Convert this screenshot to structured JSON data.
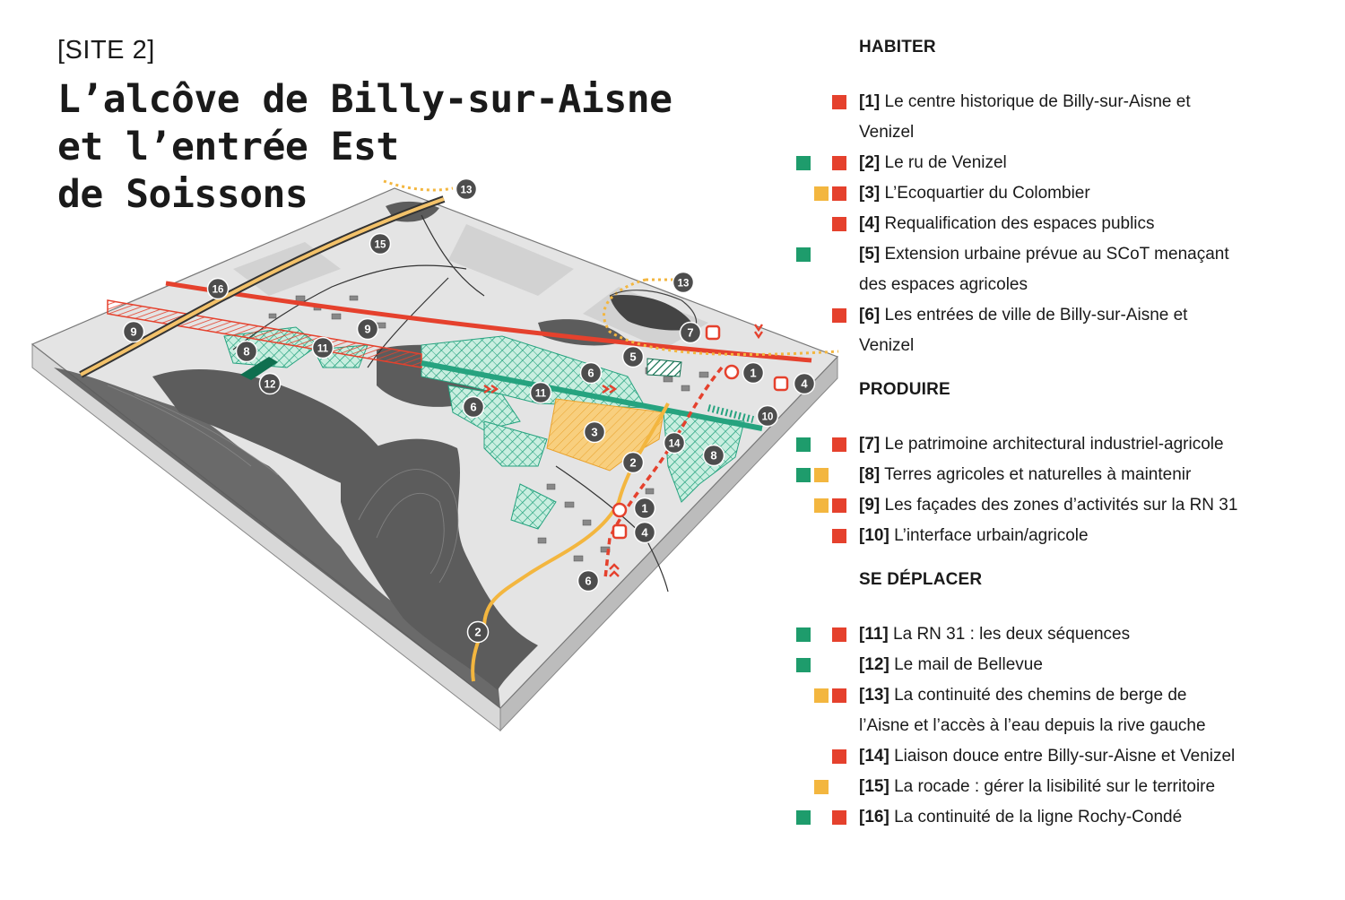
{
  "header": {
    "site_tag": "[SITE 2]",
    "title_lines": [
      "L’alcôve de Billy-sur-Aisne",
      "et l’entrée Est",
      "de Soissons"
    ]
  },
  "colors": {
    "green": "#1e9c6c",
    "yellow": "#f3b63f",
    "red": "#e5412d",
    "hatch_green": "#26a37f",
    "terrain_dark": "#555555"
  },
  "legend": {
    "sections": [
      {
        "title": "HABITER",
        "items": [
          {
            "num": "[1]",
            "lines": [
              "Le centre historique de Billy-sur-Aisne et",
              "Venizel"
            ],
            "markers": [
              "red"
            ]
          },
          {
            "num": "[2]",
            "lines": [
              "Le ru de Venizel"
            ],
            "markers": [
              "green",
              "red"
            ]
          },
          {
            "num": "[3]",
            "lines": [
              "L’Ecoquartier du Colombier"
            ],
            "markers": [
              "yellow",
              "red"
            ]
          },
          {
            "num": "[4]",
            "lines": [
              "Requalification des espaces publics"
            ],
            "markers": [
              "red"
            ]
          },
          {
            "num": "[5]",
            "lines": [
              "Extension urbaine prévue au SCoT menaçant",
              "des espaces agricoles"
            ],
            "markers": [
              "green"
            ]
          },
          {
            "num": "[6]",
            "lines": [
              "Les entrées de ville de Billy-sur-Aisne et",
              "Venizel"
            ],
            "markers": [
              "red"
            ]
          }
        ]
      },
      {
        "title": "PRODUIRE",
        "items": [
          {
            "num": "[7]",
            "lines": [
              "Le patrimoine architectural industriel-agricole"
            ],
            "markers": [
              "green",
              "red"
            ]
          },
          {
            "num": "[8]",
            "lines": [
              "Terres agricoles et naturelles à maintenir"
            ],
            "markers": [
              "green",
              "yellow"
            ]
          },
          {
            "num": "[9]",
            "lines": [
              "Les façades des zones d’activités sur la RN 31"
            ],
            "markers": [
              "yellow",
              "red"
            ]
          },
          {
            "num": "[10]",
            "lines": [
              "L’interface urbain/agricole"
            ],
            "markers": [
              "red"
            ]
          }
        ]
      },
      {
        "title": "SE DÉPLACER",
        "items": [
          {
            "num": "[11]",
            "lines": [
              "La RN 31 : les deux séquences"
            ],
            "markers": [
              "green",
              "red"
            ]
          },
          {
            "num": "[12]",
            "lines": [
              "Le mail de Bellevue"
            ],
            "markers": [
              "green"
            ]
          },
          {
            "num": "[13]",
            "lines": [
              "La continuité des chemins de berge de",
              "l’Aisne et l’accès à l’eau depuis la rive gauche"
            ],
            "markers": [
              "yellow",
              "red"
            ]
          },
          {
            "num": "[14]",
            "lines": [
              "Liaison douce entre Billy-sur-Aisne et Venizel"
            ],
            "markers": [
              "red"
            ]
          },
          {
            "num": "[15]",
            "lines": [
              "La rocade : gérer la lisibilité sur le territoire"
            ],
            "markers": [
              "yellow"
            ]
          },
          {
            "num": "[16]",
            "lines": [
              "La continuité de la ligne Rochy-Condé"
            ],
            "markers": [
              "green",
              "red"
            ]
          }
        ]
      }
    ]
  },
  "map_labels": [
    {
      "id": "label-13-north",
      "text": "13"
    },
    {
      "id": "label-15",
      "text": "15"
    },
    {
      "id": "label-16",
      "text": "16"
    },
    {
      "id": "label-9-west",
      "text": "9"
    },
    {
      "id": "label-9-center",
      "text": "9"
    },
    {
      "id": "label-11-west",
      "text": "11"
    },
    {
      "id": "label-8-west",
      "text": "8"
    },
    {
      "id": "label-12",
      "text": "12"
    },
    {
      "id": "label-13-east",
      "text": "13"
    },
    {
      "id": "label-7",
      "text": "7"
    },
    {
      "id": "label-5",
      "text": "5"
    },
    {
      "id": "label-6-north",
      "text": "6"
    },
    {
      "id": "label-1-north",
      "text": "1"
    },
    {
      "id": "label-4-north",
      "text": "4"
    },
    {
      "id": "label-11-east",
      "text": "11"
    },
    {
      "id": "label-6-west",
      "text": "6"
    },
    {
      "id": "label-10",
      "text": "10"
    },
    {
      "id": "label-3",
      "text": "3"
    },
    {
      "id": "label-14",
      "text": "14"
    },
    {
      "id": "label-8-east",
      "text": "8"
    },
    {
      "id": "label-2-north",
      "text": "2"
    },
    {
      "id": "label-1-south",
      "text": "1"
    },
    {
      "id": "label-4-south",
      "text": "4"
    },
    {
      "id": "label-6-south",
      "text": "6"
    },
    {
      "id": "label-2-south",
      "text": "2"
    }
  ]
}
